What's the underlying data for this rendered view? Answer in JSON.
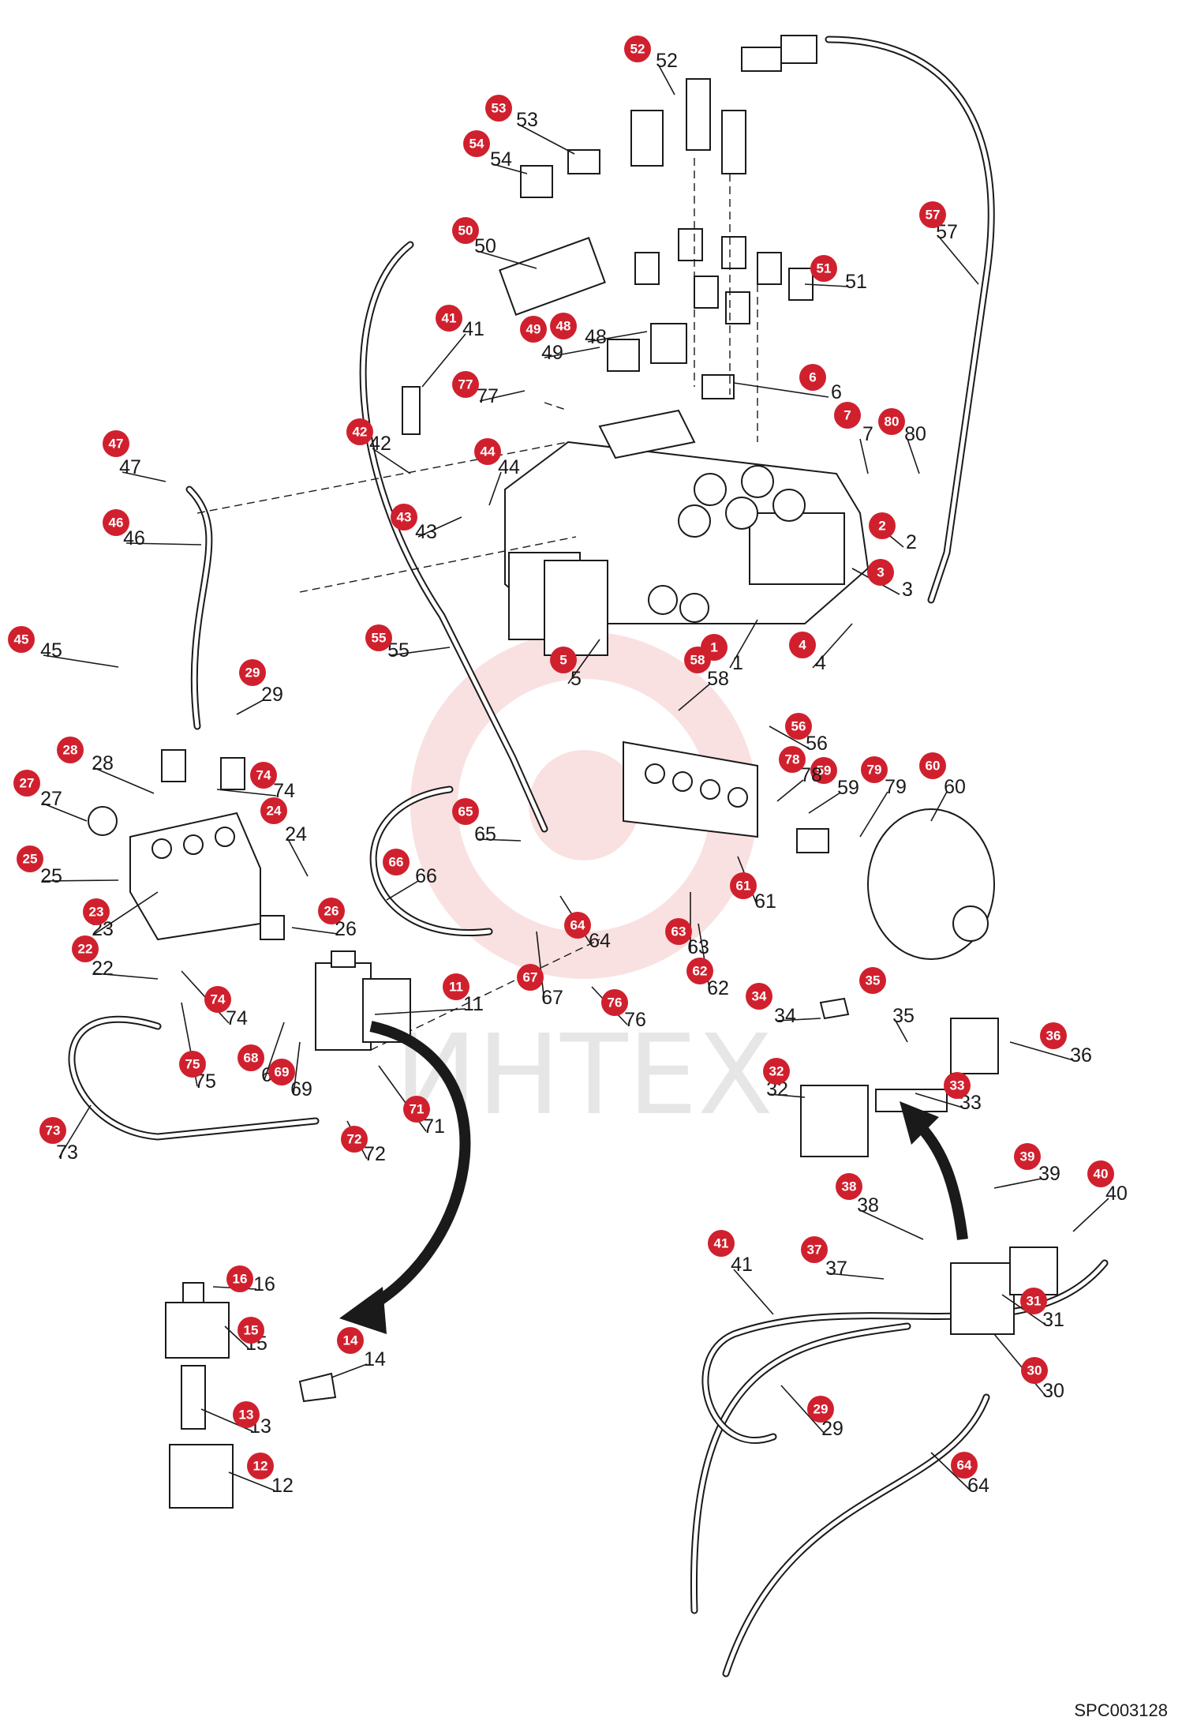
{
  "watermark": "ИНТЕХ",
  "reference_code": "SPC003128",
  "callout_color": "#d0202e",
  "callouts": [
    {
      "id": "1"
    },
    {
      "id": "2"
    },
    {
      "id": "3"
    },
    {
      "id": "4"
    },
    {
      "id": "5"
    },
    {
      "id": "6"
    },
    {
      "id": "7"
    },
    {
      "id": "11"
    },
    {
      "id": "12"
    },
    {
      "id": "13"
    },
    {
      "id": "14"
    },
    {
      "id": "15"
    },
    {
      "id": "16"
    },
    {
      "id": "22"
    },
    {
      "id": "23"
    },
    {
      "id": "24"
    },
    {
      "id": "25"
    },
    {
      "id": "26"
    },
    {
      "id": "27"
    },
    {
      "id": "28"
    },
    {
      "id": "29"
    },
    {
      "id": "30"
    },
    {
      "id": "31"
    },
    {
      "id": "32"
    },
    {
      "id": "33"
    },
    {
      "id": "34"
    },
    {
      "id": "35"
    },
    {
      "id": "36"
    },
    {
      "id": "37"
    },
    {
      "id": "38"
    },
    {
      "id": "39"
    },
    {
      "id": "40"
    },
    {
      "id": "41"
    },
    {
      "id": "42"
    },
    {
      "id": "43"
    },
    {
      "id": "44"
    },
    {
      "id": "45"
    },
    {
      "id": "46"
    },
    {
      "id": "47"
    },
    {
      "id": "48"
    },
    {
      "id": "49"
    },
    {
      "id": "50"
    },
    {
      "id": "51"
    },
    {
      "id": "52"
    },
    {
      "id": "53"
    },
    {
      "id": "54"
    },
    {
      "id": "55"
    },
    {
      "id": "56"
    },
    {
      "id": "57"
    },
    {
      "id": "58"
    },
    {
      "id": "59"
    },
    {
      "id": "60"
    },
    {
      "id": "61"
    },
    {
      "id": "62"
    },
    {
      "id": "63"
    },
    {
      "id": "64"
    },
    {
      "id": "65"
    },
    {
      "id": "66"
    },
    {
      "id": "67"
    },
    {
      "id": "68"
    },
    {
      "id": "69"
    },
    {
      "id": "71"
    },
    {
      "id": "72"
    },
    {
      "id": "73"
    },
    {
      "id": "74"
    },
    {
      "id": "75"
    },
    {
      "id": "76"
    },
    {
      "id": "77"
    },
    {
      "id": "78"
    },
    {
      "id": "79"
    },
    {
      "id": "80"
    },
    {
      "id": "41b",
      "label": "41"
    },
    {
      "id": "29b",
      "label": "29"
    },
    {
      "id": "64b",
      "label": "64"
    },
    {
      "id": "74b",
      "label": "74"
    }
  ]
}
